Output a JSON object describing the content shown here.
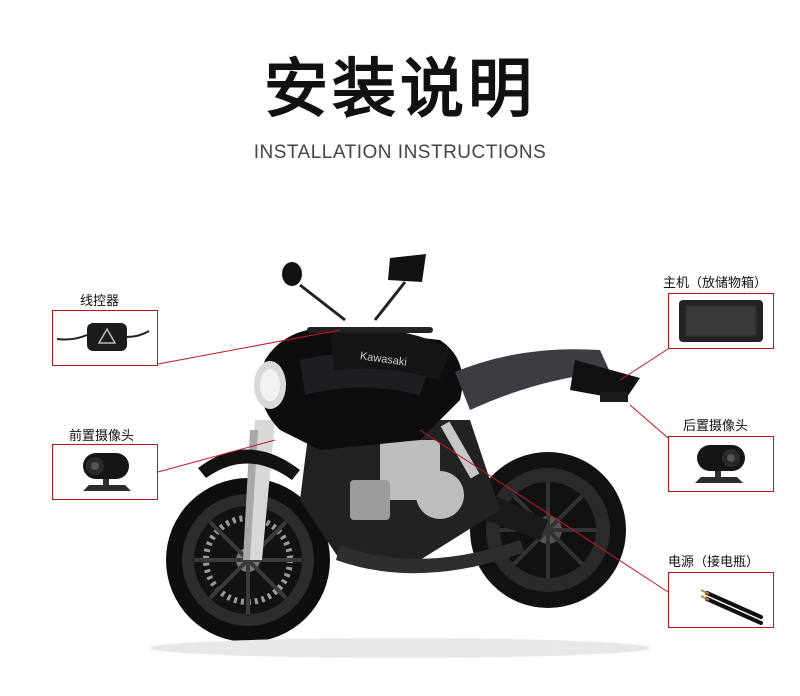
{
  "header": {
    "title": "安装说明",
    "subtitle": "INSTALLATION INSTRUCTIONS"
  },
  "labels": {
    "wire_controller": "线控器",
    "front_camera": "前置摄像头",
    "main_unit": "主机（放储物箱）",
    "rear_camera": "后置摄像头",
    "power": "电源（接电瓶）"
  },
  "motorcycle_brand_text": "Kawasaki",
  "colors": {
    "callout_line": "#c0182a",
    "bike_body": "#0d0d0f"
  }
}
